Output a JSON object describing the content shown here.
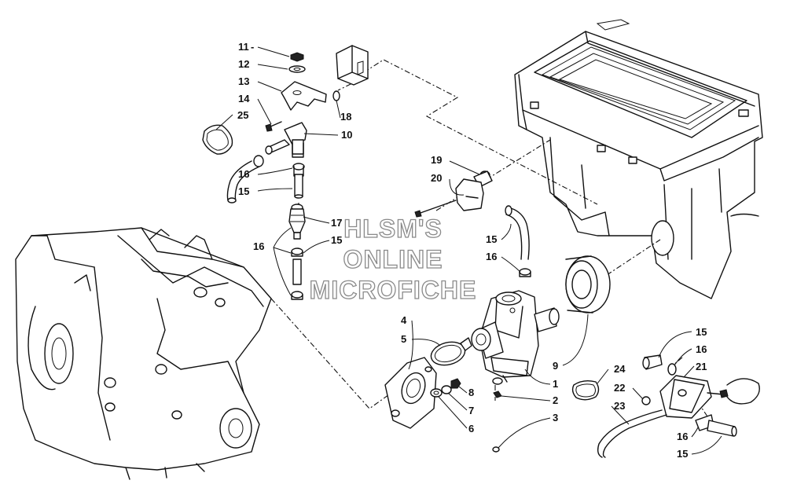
{
  "diagram": {
    "callouts": [
      {
        "id": "c11",
        "label": "11"
      },
      {
        "id": "c12",
        "label": "12"
      },
      {
        "id": "c13",
        "label": "13"
      },
      {
        "id": "c14",
        "label": "14"
      },
      {
        "id": "c25",
        "label": "25"
      },
      {
        "id": "c18",
        "label": "18"
      },
      {
        "id": "c10",
        "label": "10"
      },
      {
        "id": "c16a",
        "label": "16"
      },
      {
        "id": "c15a",
        "label": "15"
      },
      {
        "id": "c17",
        "label": "17"
      },
      {
        "id": "c15b",
        "label": "15"
      },
      {
        "id": "c16b",
        "label": "16"
      },
      {
        "id": "c19",
        "label": "19"
      },
      {
        "id": "c20",
        "label": "20"
      },
      {
        "id": "c15c",
        "label": "15"
      },
      {
        "id": "c16c",
        "label": "16"
      },
      {
        "id": "c4",
        "label": "4"
      },
      {
        "id": "c5",
        "label": "5"
      },
      {
        "id": "c9",
        "label": "9"
      },
      {
        "id": "c1",
        "label": "1"
      },
      {
        "id": "c8",
        "label": "8"
      },
      {
        "id": "c2",
        "label": "2"
      },
      {
        "id": "c7",
        "label": "7"
      },
      {
        "id": "c3",
        "label": "3"
      },
      {
        "id": "c6",
        "label": "6"
      },
      {
        "id": "c15d",
        "label": "15"
      },
      {
        "id": "c16d",
        "label": "16"
      },
      {
        "id": "c21",
        "label": "21"
      },
      {
        "id": "c24",
        "label": "24"
      },
      {
        "id": "c22",
        "label": "22"
      },
      {
        "id": "c23",
        "label": "23"
      },
      {
        "id": "c16e",
        "label": "16"
      },
      {
        "id": "c15e",
        "label": "15"
      }
    ]
  },
  "watermark": {
    "line1": "HLSM'S",
    "line2": "ONLINE",
    "line3": "MICROFICHE"
  }
}
